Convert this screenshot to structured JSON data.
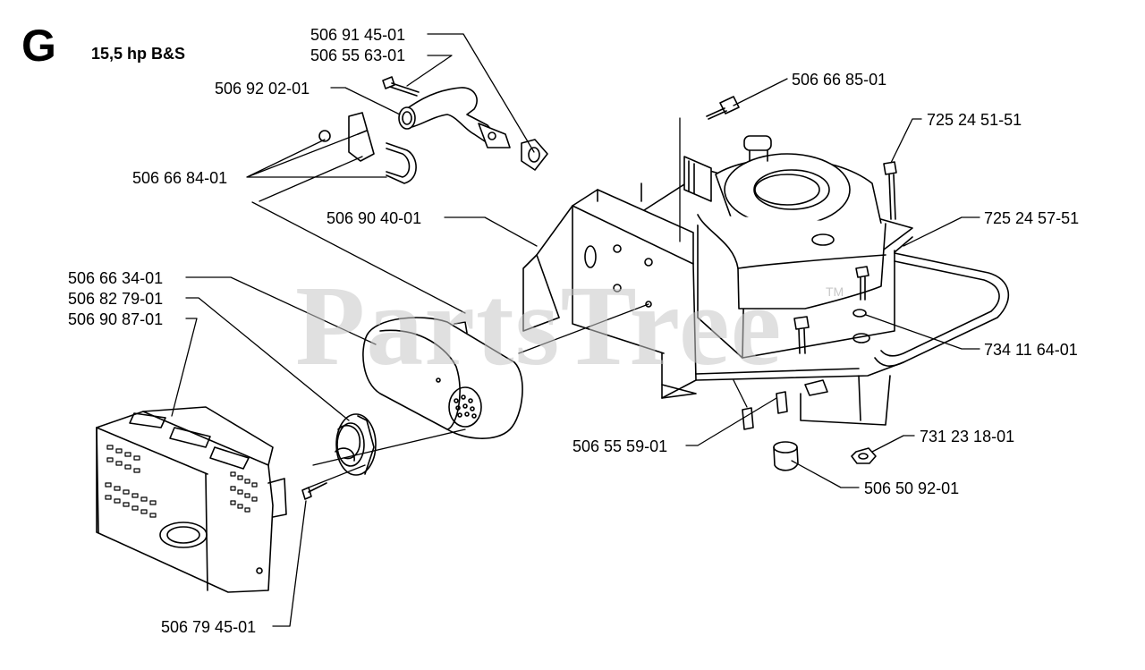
{
  "diagram": {
    "section_letter": "G",
    "section_title": "15,5 hp B&S",
    "watermark": "PartsTree",
    "watermark_tm": "TM"
  },
  "parts": [
    {
      "id": "p1",
      "number": "506 91 45-01"
    },
    {
      "id": "p2",
      "number": "506 55 63-01"
    },
    {
      "id": "p3",
      "number": "506 92 02-01"
    },
    {
      "id": "p4",
      "number": "506 66 84-01"
    },
    {
      "id": "p5",
      "number": "506 90 40-01"
    },
    {
      "id": "p6",
      "number": "506 66 34-01"
    },
    {
      "id": "p7",
      "number": "506 82 79-01"
    },
    {
      "id": "p8",
      "number": "506 90 87-01"
    },
    {
      "id": "p9",
      "number": "506 79 45-01"
    },
    {
      "id": "p10",
      "number": "506 66 85-01"
    },
    {
      "id": "p11",
      "number": "725 24 51-51"
    },
    {
      "id": "p12",
      "number": "725 24 57-51"
    },
    {
      "id": "p13",
      "number": "734 11 64-01"
    },
    {
      "id": "p14",
      "number": "731 23 18-01"
    },
    {
      "id": "p15",
      "number": "506 55 59-01"
    },
    {
      "id": "p16",
      "number": "506 50 92-01"
    }
  ]
}
